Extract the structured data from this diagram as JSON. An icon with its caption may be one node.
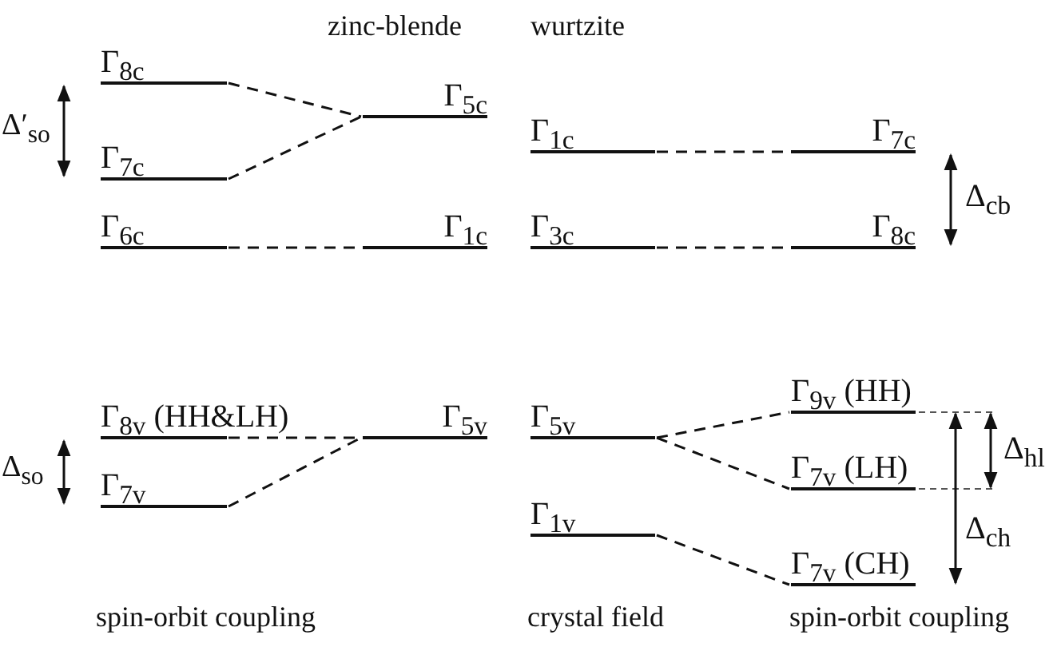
{
  "diagram": {
    "nodes": [
      {
        "text": [
          "Γ$_{8c}$"
        ]
      },
      {
        "text": [
          "Γ$_{7c}$"
        ]
      },
      {
        "text": [
          "Γ$_{6c}$"
        ]
      },
      {
        "text": [
          "Γ$_{5c}$"
        ]
      },
      {
        "text": [
          "Γ$_{1c}$"
        ]
      },
      {
        "text": [
          "Γ$_{1c}$"
        ]
      },
      {
        "text": [
          "Γ$_{3c}$"
        ]
      },
      {
        "text": [
          "Γ$_{7c}$"
        ]
      },
      {
        "text": [
          "Γ$_{8c}$"
        ]
      },
      {
        "text": [
          "Γ$_{8v}$ (HH&LH)"
        ]
      },
      {
        "text": [
          "Γ$_{7v}$"
        ]
      },
      {
        "text": [
          "Γ$_{5v}$"
        ]
      },
      {
        "text": [
          "Γ$_{5v}$"
        ]
      },
      {
        "text": [
          "Γ$_{1v}$"
        ]
      },
      {
        "text": [
          "Γ$_{9v}$ (HH)"
        ]
      },
      {
        "text": [
          "Γ$_{7v}$ (LH)"
        ]
      },
      {
        "text": [
          "Γ$_{7v}$ (CH)"
        ]
      }
    ],
    "edges": [
      {
        "from": 0,
        "to": 3,
        "arrow": "none",
        "style": "dashed"
      },
      {
        "from": 1,
        "to": 3,
        "arrow": "none",
        "style": "dashed"
      },
      {
        "from": 2,
        "to": 4,
        "arrow": "none",
        "style": "dashed"
      },
      {
        "from": 5,
        "to": 7,
        "arrow": "none",
        "style": "dashed"
      },
      {
        "from": 6,
        "to": 8,
        "arrow": "none",
        "style": "dashed"
      },
      {
        "from": 9,
        "to": 11,
        "arrow": "none",
        "style": "dashed"
      },
      {
        "from": 10,
        "to": 11,
        "arrow": "none",
        "style": "dashed"
      },
      {
        "from": 12,
        "to": 14,
        "arrow": "none",
        "style": "dashed"
      },
      {
        "from": 12,
        "to": 15,
        "arrow": "none",
        "style": "dashed"
      },
      {
        "from": 13,
        "to": 16,
        "arrow": "none",
        "style": "dashed"
      }
    ],
    "labels": [
      "zinc-blende",
      "wurtzite",
      "Δ′$_{so}$",
      "Δ$_{cb}$",
      "Δ$_{so}$",
      "Δ$_{hl}$",
      "Δ$_{ch}$",
      "spin-orbit coupling",
      "crystal field",
      "spin-orbit coupling"
    ]
  }
}
